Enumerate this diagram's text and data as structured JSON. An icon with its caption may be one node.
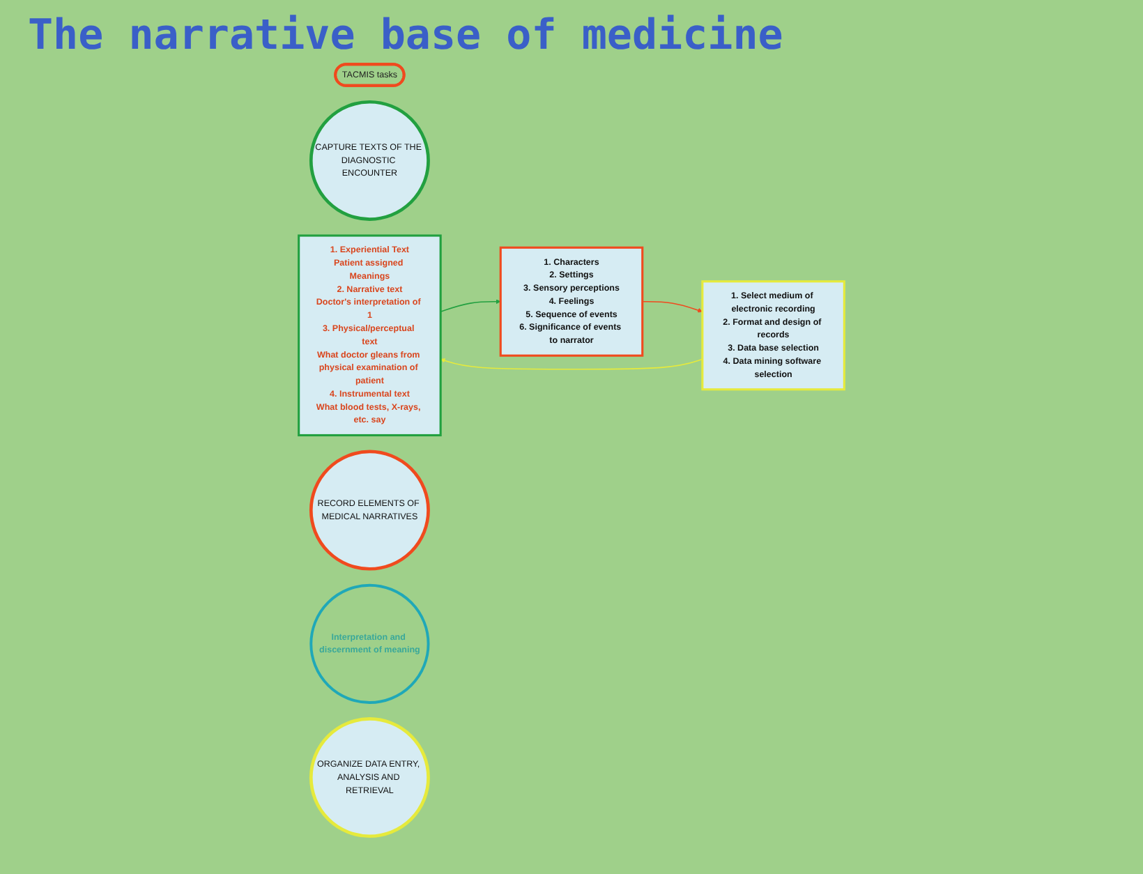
{
  "diagram": {
    "title": "The narrative base of medicine",
    "nodes": [
      {
        "text": [
          "TACMIS tasks"
        ]
      },
      {
        "text": [
          "CAPTURE TEXTS OF THE DIAGNOSTIC ENCOUNTER"
        ]
      },
      {
        "text": [
          "1. Experiential Text",
          "Patient assigned Meanings",
          "2. Narrative text",
          "Doctor's interpretation of 1",
          "3. Physical/perceptual text",
          "What doctor gleans from physical examination of patient",
          "4. Instrumental text",
          "What blood tests, X-rays, etc. say"
        ]
      },
      {
        "text": [
          "RECORD ELEMENTS OF MEDICAL NARRATIVES"
        ]
      },
      {
        "text": [
          "1. Characters",
          "2. Settings",
          "3. Sensory perceptions",
          "4. Feelings",
          "5. Sequence of events",
          "6. Significance of events to narrator"
        ]
      },
      {
        "text": [
          "Interpretation and discernment of meaning"
        ]
      },
      {
        "text": [
          "ORGANIZE DATA ENTRY, ANALYSIS AND RETRIEVAL"
        ]
      },
      {
        "text": [
          "1. Select medium of electronic recording",
          "2. Format and design of records",
          "3. Data base selection",
          "4. Data mining software selection"
        ]
      }
    ],
    "edges": [
      {
        "from": 2,
        "to": 4,
        "arrow": "to",
        "color": "#22a040"
      },
      {
        "from": 4,
        "to": 7,
        "arrow": "to",
        "color": "#f04a1e"
      },
      {
        "from": 7,
        "to": 2,
        "arrow": "to",
        "color": "#e6ea3c"
      }
    ]
  }
}
